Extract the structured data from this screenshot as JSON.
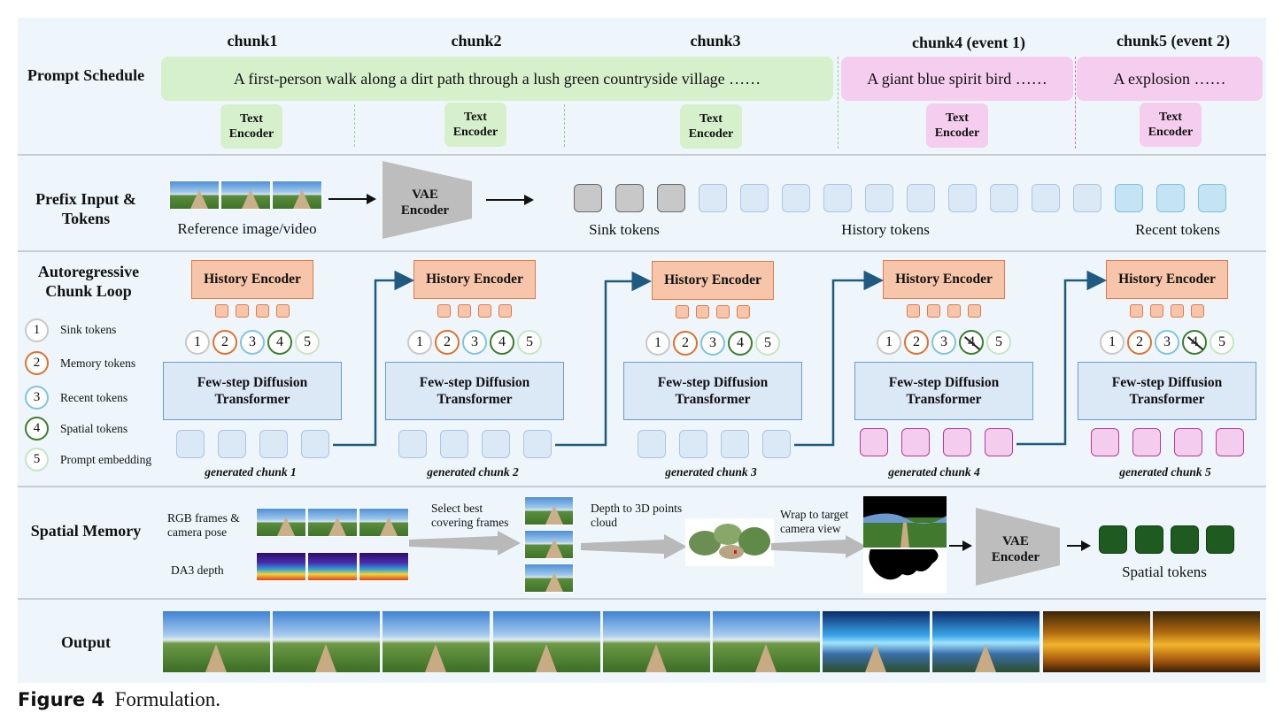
{
  "rows": {
    "prompt_schedule": "Prompt Schedule",
    "prefix_input": "Prefix Input & Tokens",
    "ar_loop": "Autoregressive Chunk Loop",
    "spatial_memory": "Spatial Memory",
    "output": "Output"
  },
  "chunks": [
    {
      "label": "chunk1"
    },
    {
      "label": "chunk2"
    },
    {
      "label": "chunk3"
    },
    {
      "label": "chunk4 (event 1)"
    },
    {
      "label": "chunk5 (event 2)"
    }
  ],
  "prompts": {
    "main": "A first-person walk along a dirt path through a lush green countryside village ……",
    "event1": "A giant blue spirit bird ……",
    "event2": "A explosion ……"
  },
  "text_encoder": "Text Encoder",
  "prefix": {
    "reference_caption": "Reference image/video",
    "vae_encoder": "VAE Encoder",
    "sink_caption": "Sink tokens",
    "history_caption": "History tokens",
    "recent_caption": "Recent tokens"
  },
  "loop": {
    "history_encoder": "History Encoder",
    "dit": "Few-step Diffusion Transformer",
    "circle_numbers": [
      "1",
      "2",
      "3",
      "4",
      "5"
    ],
    "generated": [
      "generated chunk 1",
      "generated chunk 2",
      "generated chunk 3",
      "generated chunk 4",
      "generated chunk 5"
    ]
  },
  "legend": [
    {
      "num": "1",
      "label": "Sink tokens"
    },
    {
      "num": "2",
      "label": "Memory tokens"
    },
    {
      "num": "3",
      "label": "Recent tokens"
    },
    {
      "num": "4",
      "label": "Spatial tokens"
    },
    {
      "num": "5",
      "label": "Prompt embedding"
    }
  ],
  "spatial": {
    "rgb_label": "RGB frames & camera pose",
    "depth_label": "DA3 depth",
    "select_label": "Select best covering frames",
    "depth_to_points": "Depth to 3D points cloud",
    "wrap_label": "Wrap to target camera view",
    "vae_encoder": "VAE Encoder",
    "tokens_caption": "Spatial tokens"
  },
  "caption": {
    "fig_no": "Figure 4",
    "text": "Formulation."
  },
  "colors": {
    "prompt_green": "#d6f0cc",
    "prompt_pink": "#f5cdee",
    "history_encoder": "#f7c6aa",
    "dit_blue": "#dbe8f6",
    "spatial_token_green": "#1f5a20",
    "loop_arrow": "#1f5b80"
  }
}
